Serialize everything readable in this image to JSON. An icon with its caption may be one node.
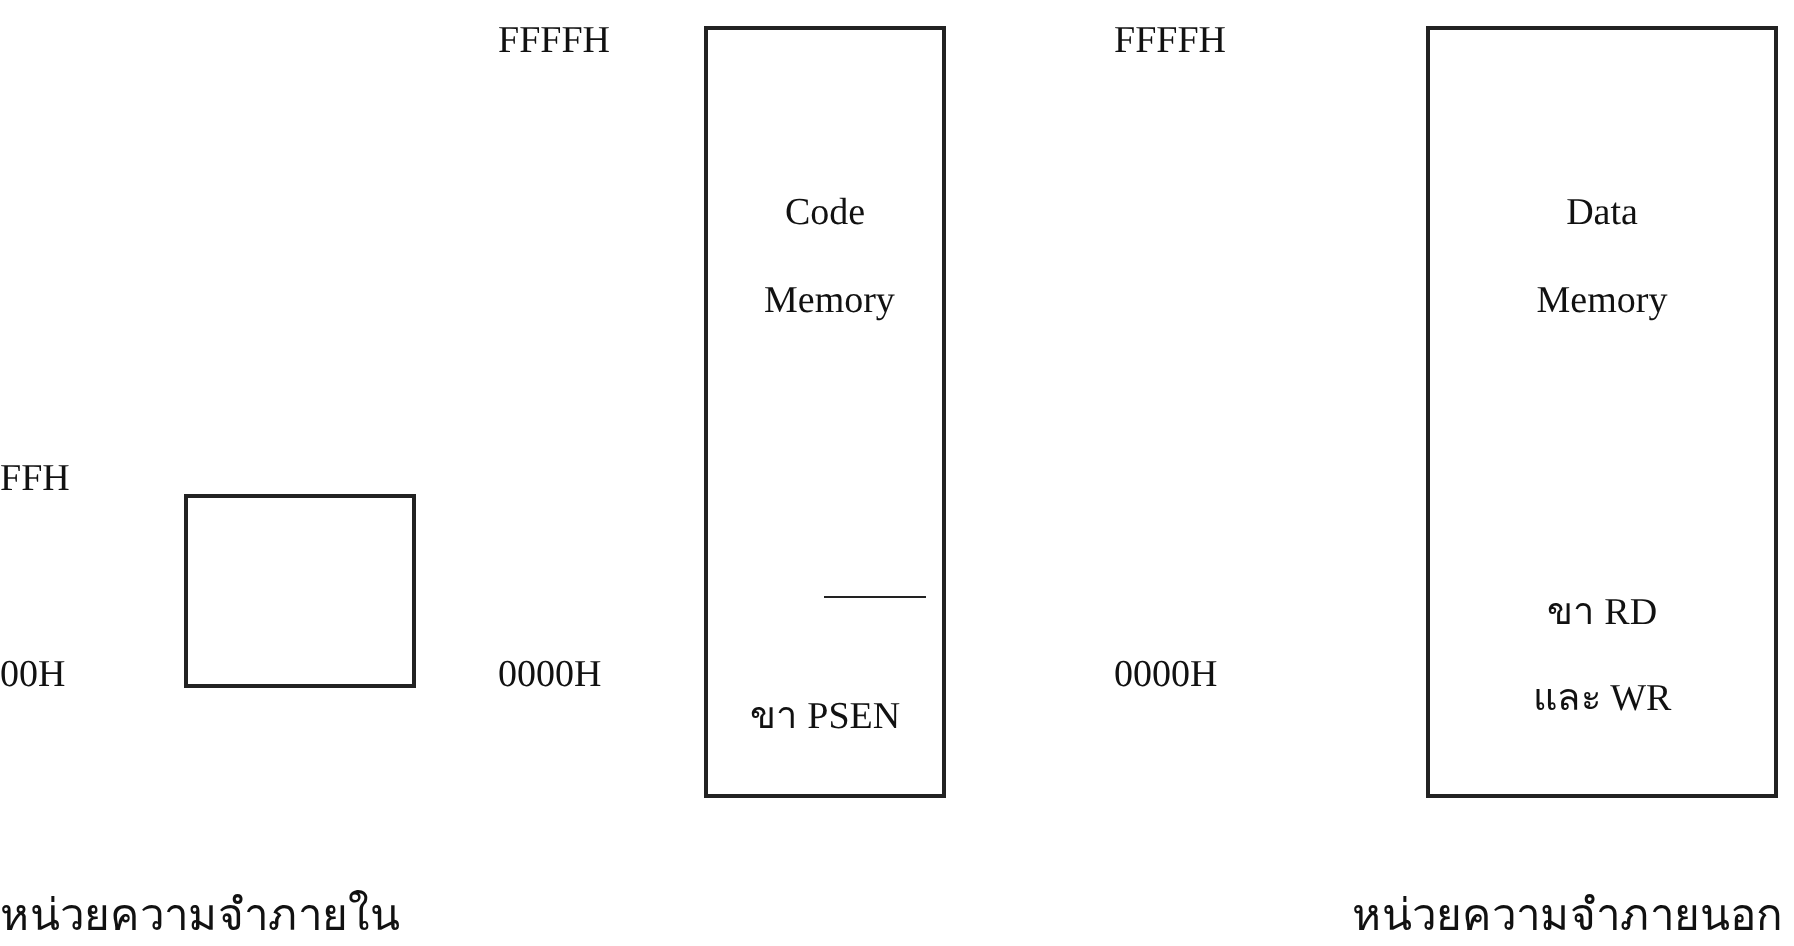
{
  "diagram": {
    "nodes": [
      {
        "text": [],
        "shape": "box"
      },
      {
        "text": [
          "Code Memory",
          "ขา PSEN"
        ]
      },
      {
        "text": [
          "Data Memory",
          "ขา RD และ WR"
        ]
      }
    ],
    "edges": [],
    "labels": [
      "FFFFH",
      "FFFFH",
      "FFH",
      "00H",
      "0000H",
      "0000H",
      "หน่วยความจำภายใน",
      "หน่วยความจำภายนอก"
    ]
  }
}
